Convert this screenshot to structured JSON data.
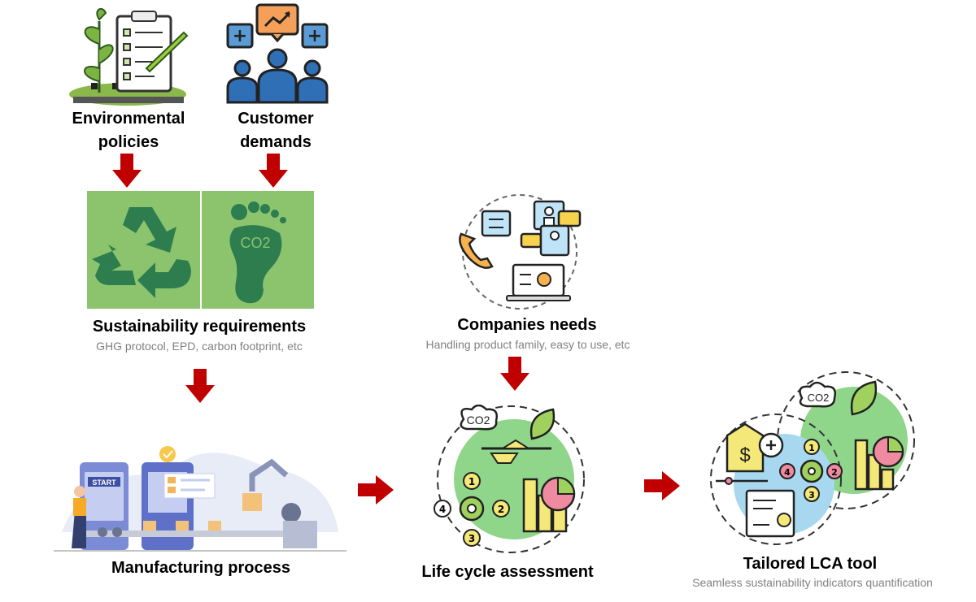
{
  "nodes": {
    "environmental_policies": {
      "label": "Environmental policies"
    },
    "customer_demands": {
      "label": "Customer demands"
    },
    "sustainability_requirements": {
      "label": "Sustainability requirements",
      "sublabel": "GHG protocol, EPD, carbon footprint, etc"
    },
    "companies_needs": {
      "label": "Companies needs",
      "sublabel": "Handling product family, easy to use, etc"
    },
    "manufacturing_process": {
      "label": "Manufacturing process",
      "sign_text": "START"
    },
    "life_cycle_assessment": {
      "label": "Life cycle assessment"
    },
    "tailored_lca_tool": {
      "label": "Tailored LCA tool",
      "sublabel": "Seamless sustainability indicators quantification"
    }
  },
  "badges": {
    "co2": "CO2",
    "co2_subscript": "2",
    "steps": [
      "1",
      "2",
      "3",
      "4"
    ]
  },
  "colors": {
    "arrow": "#c00000",
    "tile_green": "#8cc46e",
    "dark_green": "#2e7d4f",
    "accent_green": "#8fd68a",
    "accent_blue": "#a7d8f0",
    "yellow": "#f3e878"
  },
  "icons": [
    "plant-clipboard-icon",
    "people-growth-icon",
    "recycle-icon",
    "footprint-icon",
    "communication-icon",
    "factory-robot-icon",
    "lca-cycle-icon",
    "lca-tool-icon"
  ]
}
